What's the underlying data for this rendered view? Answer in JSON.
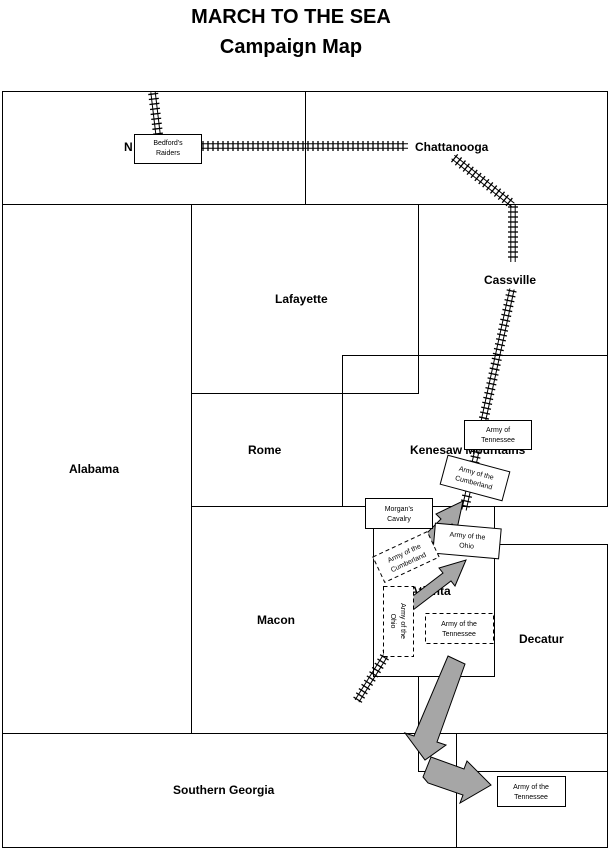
{
  "title": {
    "line1": "MARCH TO THE SEA",
    "line2": "Campaign Map"
  },
  "regions": {
    "nashville": "N",
    "chattanooga": "Chattanooga",
    "lafayette": "Lafayette",
    "cassville": "Cassville",
    "alabama": "Alabama",
    "rome": "Rome",
    "kenesaw": "Kenesaw Mountains",
    "atlanta": "Atlanta",
    "macon": "Macon",
    "decatur": "Decatur",
    "southern_georgia": "Southern Georgia"
  },
  "units": {
    "bedfords_raiders": [
      "Bedford's",
      "Raiders"
    ],
    "army_tennessee_1": [
      "Army of",
      "Tennessee"
    ],
    "army_cumberland_1": [
      "Army of the",
      "Cumberland"
    ],
    "morgans_cavalry": [
      "Morgan's",
      "Cavalry"
    ],
    "army_ohio_1": [
      "Army of the",
      "Ohio"
    ],
    "army_cumberland_2": [
      "Army of the",
      "Cumberland"
    ],
    "army_ohio_2": [
      "Army of the",
      "Ohio"
    ],
    "army_tennessee_2": [
      "Army of the",
      "Tennessee"
    ],
    "army_tennessee_3": [
      "Army of the",
      "Tennessee"
    ]
  },
  "colors": {
    "arrow_fill": "#a6a6a6",
    "line": "#000000"
  }
}
